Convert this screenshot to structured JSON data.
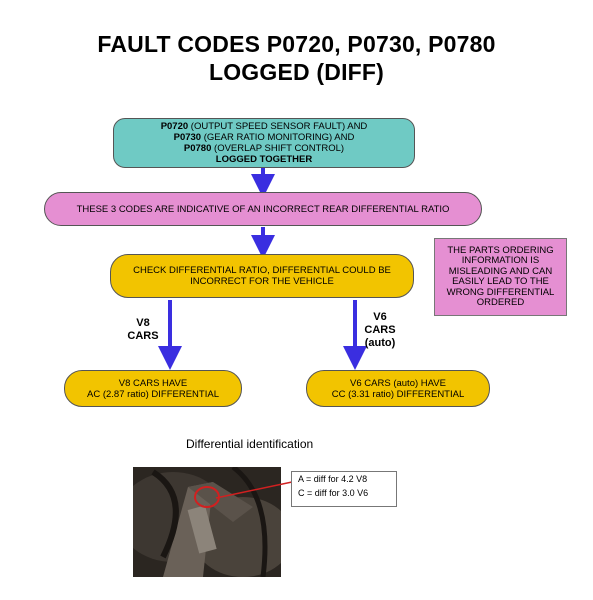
{
  "title": {
    "line1": "FAULT CODES P0720, P0730, P0780",
    "line2": "LOGGED (DIFF)"
  },
  "top_box": {
    "l1_code": "P0720",
    "l1_text": " (OUTPUT SPEED SENSOR FAULT) AND",
    "l2_code": "P0730",
    "l2_text": " (GEAR RATIO MONITORING) AND",
    "l3_code": "P0780",
    "l3_text": " (OVERLAP SHIFT CONTROL)",
    "l4": "LOGGED TOGETHER"
  },
  "indicative_box": "THESE 3 CODES ARE INDICATIVE OF AN INCORRECT REAR DIFFERENTIAL RATIO",
  "check_box": {
    "line1": "CHECK DIFFERENTIAL RATIO, DIFFERENTIAL COULD BE",
    "line2": "INCORRECT FOR THE VEHICLE"
  },
  "side_note": "THE PARTS ORDERING INFORMATION IS MISLEADING AND CAN EASILY LEAD TO THE WRONG DIFFERENTIAL ORDERED",
  "left_branch": {
    "l1": "V8",
    "l2": "CARS"
  },
  "right_branch": {
    "l1": "V6",
    "l2": "CARS",
    "l3": "(auto)"
  },
  "v8_box": {
    "line1": "V8 CARS HAVE",
    "line2": "AC (2.87 ratio) DIFFERENTIAL"
  },
  "v6_box": {
    "line1": "V6 CARS (auto) HAVE",
    "line2": "CC (3.31 ratio) DIFFERENTIAL"
  },
  "photo": {
    "caption": "Differential identification",
    "legend_a": "A = diff for 4.2 V8",
    "legend_c": "C = diff for 3.0 V6"
  },
  "colors": {
    "teal": "#6fcac4",
    "pink": "#e58fd2",
    "gold": "#f2c400",
    "arrow": "#3a2ee0"
  }
}
